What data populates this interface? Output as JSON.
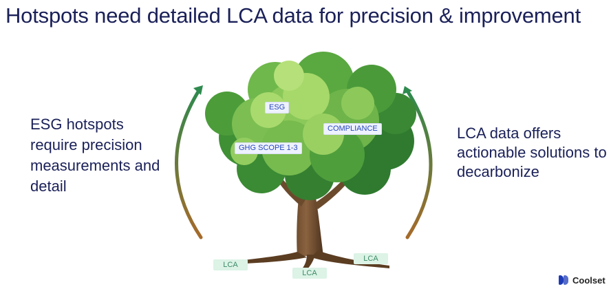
{
  "title": "Hotspots need detailed LCA data for precision & improvement",
  "left_text": "ESG hotspots require precision measurements and detail",
  "right_text": "LCA data offers actionable solutions to decarbonize",
  "tree_labels": {
    "esg": "ESG",
    "compliance": "COMPLIANCE",
    "ghg": "GHG SCOPE 1-3"
  },
  "root_labels": {
    "lca_1": "LCA",
    "lca_2": "LCA",
    "lca_3": "LCA"
  },
  "logo": {
    "text": "Coolset",
    "icon": "coolset-logo-icon"
  },
  "colors": {
    "title_text": "#1a2058",
    "canopy_light": "#a6d86a",
    "canopy_dark": "#2f7a2f",
    "trunk": "#6b4a2c",
    "arrow_top": "#2e8a4e",
    "arrow_bottom": "#a66a2a",
    "lca_tag_bg": "#dcf3e6"
  }
}
